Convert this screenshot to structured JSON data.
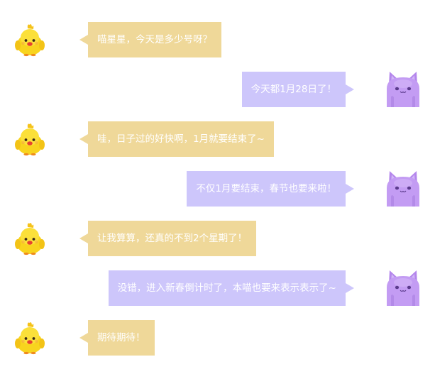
{
  "colors": {
    "left_bubble": "#efd899",
    "right_bubble": "#cdc6fb",
    "bubble_text": "#ffffff"
  },
  "messages": [
    {
      "sender": "chick",
      "avatar_icon": "chick-icon",
      "text": "喵星星，今天是多少号呀？"
    },
    {
      "sender": "cat",
      "avatar_icon": "cat-icon",
      "text": "今天都1月28日了！"
    },
    {
      "sender": "chick",
      "avatar_icon": "chick-icon",
      "text": "哇，日子过的好快啊，1月就要结束了~"
    },
    {
      "sender": "cat",
      "avatar_icon": "cat-icon",
      "text": "不仅1月要结束，春节也要来啦！"
    },
    {
      "sender": "chick",
      "avatar_icon": "chick-icon",
      "text": "让我算算，还真的不到2个星期了！"
    },
    {
      "sender": "cat",
      "avatar_icon": "cat-icon",
      "text": "没错，进入新春倒计时了，本喵也要来表示表示了~"
    },
    {
      "sender": "chick",
      "avatar_icon": "chick-icon",
      "text": "期待期待！"
    }
  ]
}
